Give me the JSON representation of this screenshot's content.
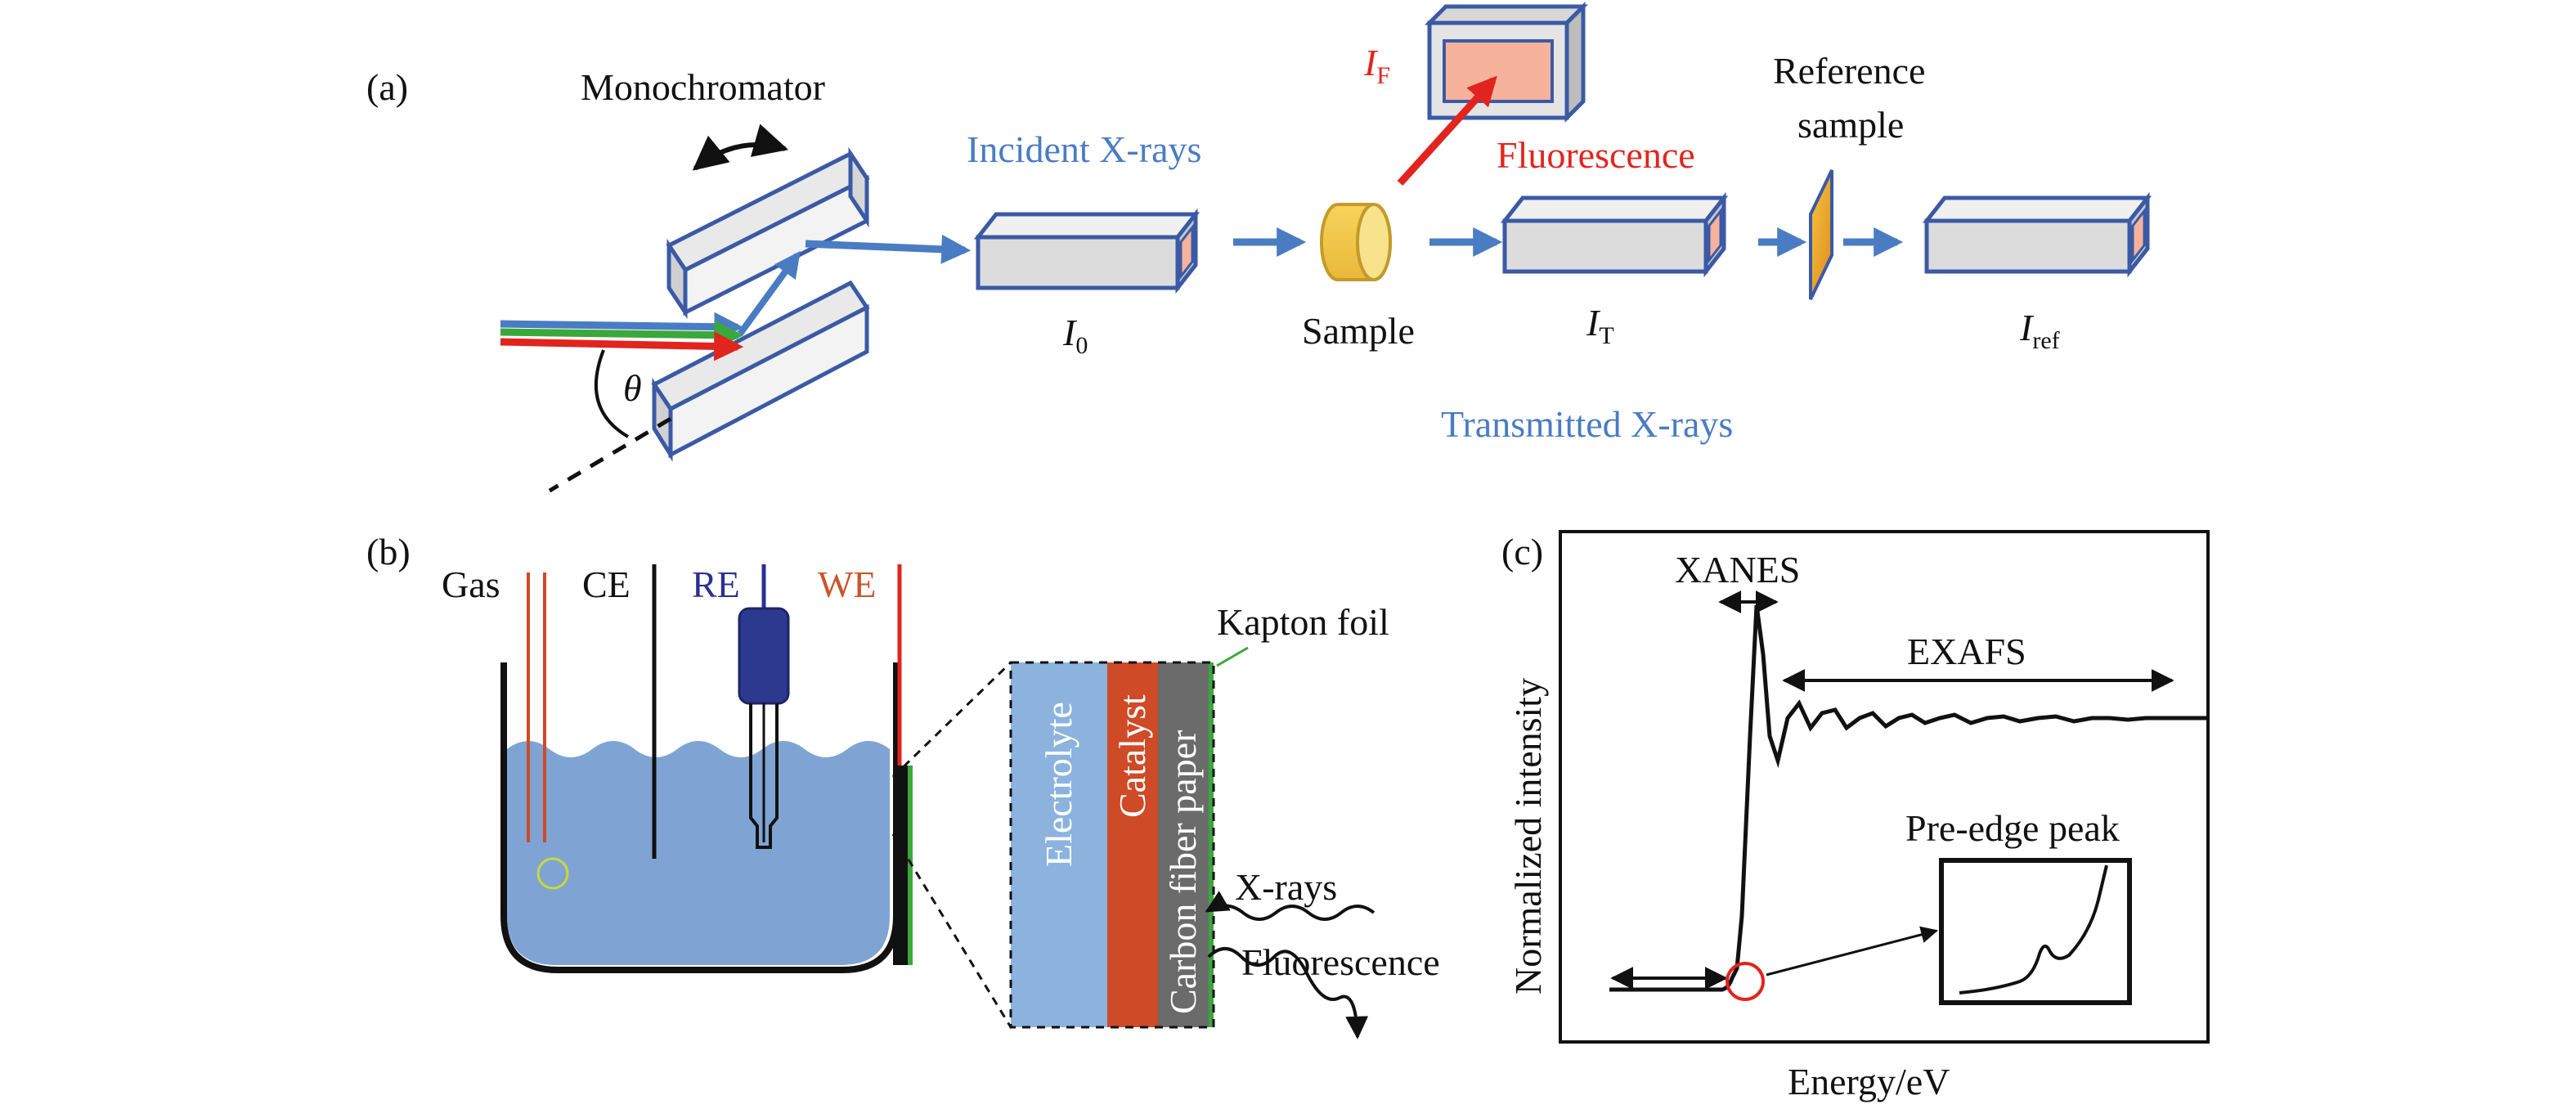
{
  "panel_a": {
    "label": "(a)",
    "monochromator": "Monochromator",
    "theta": "θ",
    "incident": "Incident X-rays",
    "i0_main": "I",
    "i0_sub": "0",
    "sample": "Sample",
    "if_main": "I",
    "if_sub": "F",
    "fluorescence": "Fluorescence",
    "it_main": "I",
    "it_sub": "T",
    "reference_line1": "Reference",
    "reference_line2": "sample",
    "iref_main": "I",
    "iref_sub": "ref",
    "transmitted": "Transmitted X-rays"
  },
  "panel_b": {
    "label": "(b)",
    "gas": "Gas",
    "ce": "CE",
    "re": "RE",
    "we": "WE",
    "kapton": "Kapton foil",
    "electrolyte": "Electrolyte",
    "catalyst": "Catalyst",
    "carbon": "Carbon fiber paper",
    "xrays": "X-rays",
    "fluorescence": "Fluorescence"
  },
  "panel_c": {
    "label": "(c)",
    "xanes": "XANES",
    "exafs": "EXAFS",
    "pre_edge": "Pre-edge peak",
    "ylabel": "Normalized intensity",
    "xlabel": "Energy/eV"
  },
  "colors": {
    "xray_blue": "#4a7cc4",
    "fluorescence_red": "#e2241e",
    "electrolyte": "#7fa4d4",
    "catalyst": "#cf4a26",
    "carbon_paper": "#6b6b6b",
    "sample_yellow": "#f2c84b"
  }
}
